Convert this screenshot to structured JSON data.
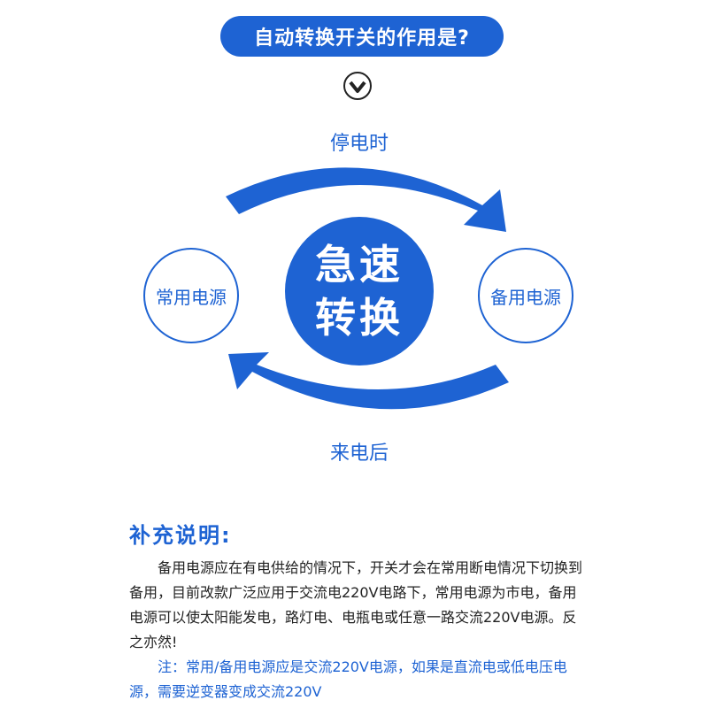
{
  "header": {
    "title": "自动转换开关的作用是?"
  },
  "icons": {
    "down": "chevron-down-circle-icon"
  },
  "diagram": {
    "top_label": "停电时",
    "bottom_label": "来电后",
    "left_node": "常用电源",
    "right_node": "备用电源",
    "center_line1": "急速",
    "center_line2": "转换"
  },
  "notes": {
    "title": "补充说明:",
    "body": "备用电源应在有电供给的情况下，开关才会在常用断电情况下切换到备用，目前改款广泛应用于交流电220V电路下，常用电源为市电，备用电源可以使太阳能发电，路灯电、电瓶电或任意一路交流220V电源。反之亦然!",
    "note": "注：常用/备用电源应是交流220V电源，如果是直流电或低电压电源，需要逆变器变成交流220V"
  },
  "colors": {
    "accent": "#1e63d3",
    "text": "#222222",
    "background": "#ffffff"
  }
}
